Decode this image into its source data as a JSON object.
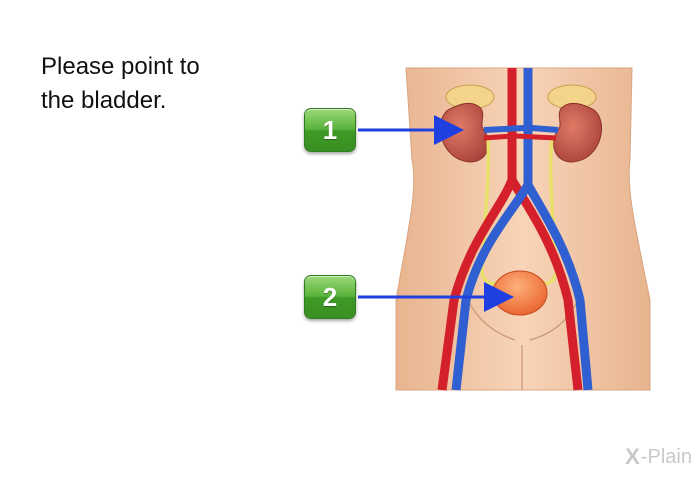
{
  "question": {
    "text": "Please point to\nthe bladder."
  },
  "answers": [
    {
      "label": "1"
    },
    {
      "label": "2"
    }
  ],
  "brand": {
    "mark": "X",
    "name": "-Plain"
  },
  "colors": {
    "button_green": "#4caf32",
    "arrow_blue": "#1f3fe0",
    "artery_red": "#d3202a",
    "vein_blue": "#2f5fd0",
    "skin": "#f4c5a4",
    "kidney": "#c0584a",
    "bladder": "#f07b45",
    "ureter": "#e8e06a"
  }
}
